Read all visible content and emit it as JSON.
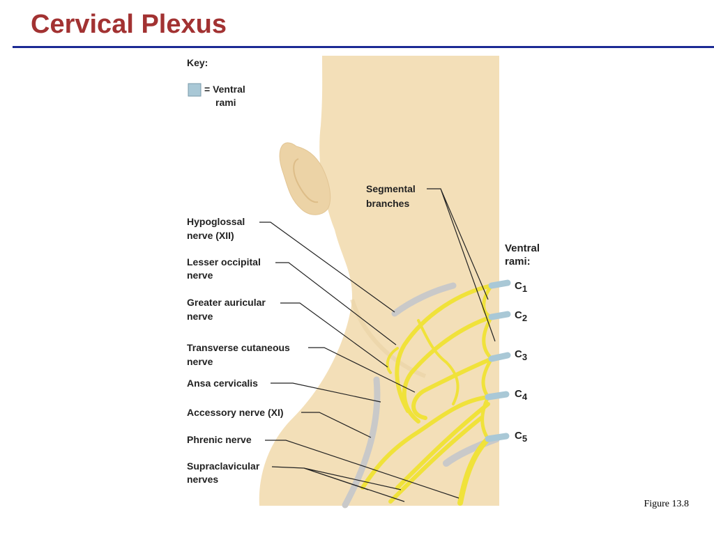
{
  "slide": {
    "title": "Cervical Plexus",
    "caption": "Figure 13.8"
  },
  "key": {
    "heading": "Key:",
    "entry_line1": "= Ventral",
    "entry_line2": "rami"
  },
  "labels": {
    "segmental_1": "Segmental",
    "segmental_2": "branches",
    "hypoglossal_1": "Hypoglossal",
    "hypoglossal_2": "nerve (XII)",
    "lesser_occipital_1": "Lesser occipital",
    "lesser_occipital_2": "nerve",
    "greater_auricular_1": "Greater auricular",
    "greater_auricular_2": "nerve",
    "transverse_cutaneous_1": "Transverse cutaneous",
    "transverse_cutaneous_2": "nerve",
    "ansa_cervicalis": "Ansa cervicalis",
    "accessory": "Accessory nerve (XI)",
    "phrenic": "Phrenic nerve",
    "supraclavicular_1": "Supraclavicular",
    "supraclavicular_2": "nerves",
    "ventral_rami_1": "Ventral",
    "ventral_rami_2": "rami:"
  },
  "rami": [
    {
      "letter": "C",
      "num": "1"
    },
    {
      "letter": "C",
      "num": "2"
    },
    {
      "letter": "C",
      "num": "3"
    },
    {
      "letter": "C",
      "num": "4"
    },
    {
      "letter": "C",
      "num": "5"
    }
  ],
  "colors": {
    "skin": "#f3dfb8",
    "nerve": "#f0e23a",
    "ventral_rami": "#a9c8d6",
    "grey_nerve": "#c9c9c9",
    "title": "#a23232",
    "rule": "#1c2a94"
  }
}
